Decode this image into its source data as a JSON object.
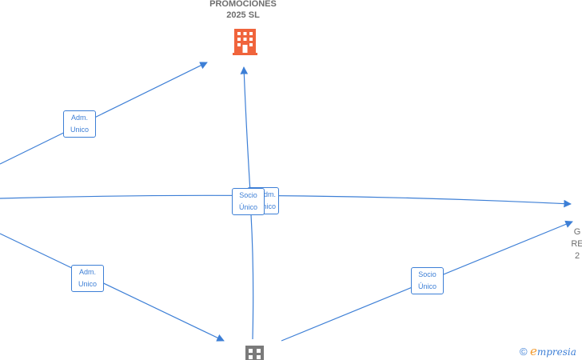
{
  "nodes": {
    "top_company": {
      "line1": "PROMOCIONES",
      "line2": "2025  SL",
      "icon": "building-icon",
      "color": "#f0643c"
    },
    "bottom_company": {
      "icon": "building-icon",
      "color": "#7a7a7a"
    },
    "right_company": {
      "line1": "G",
      "line2": "RE",
      "line3": "2"
    }
  },
  "edge_labels": {
    "adm_upper": {
      "line1": "Adm.",
      "line2": "Unico"
    },
    "adm_lower": {
      "line1": "Adm.",
      "line2": "Unico"
    },
    "adm_center_hidden": {
      "line1": "Adm.",
      "line2": "Unico"
    },
    "socio_center": {
      "line1": "Socio",
      "line2": "Único"
    },
    "socio_right": {
      "line1": "Socio",
      "line2": "Único"
    }
  },
  "colors": {
    "edge": "#3d7fd6",
    "label_text": "#6e6e6e"
  },
  "brand": {
    "copyright": "©",
    "first_letter": "e",
    "rest": "mpresia"
  }
}
